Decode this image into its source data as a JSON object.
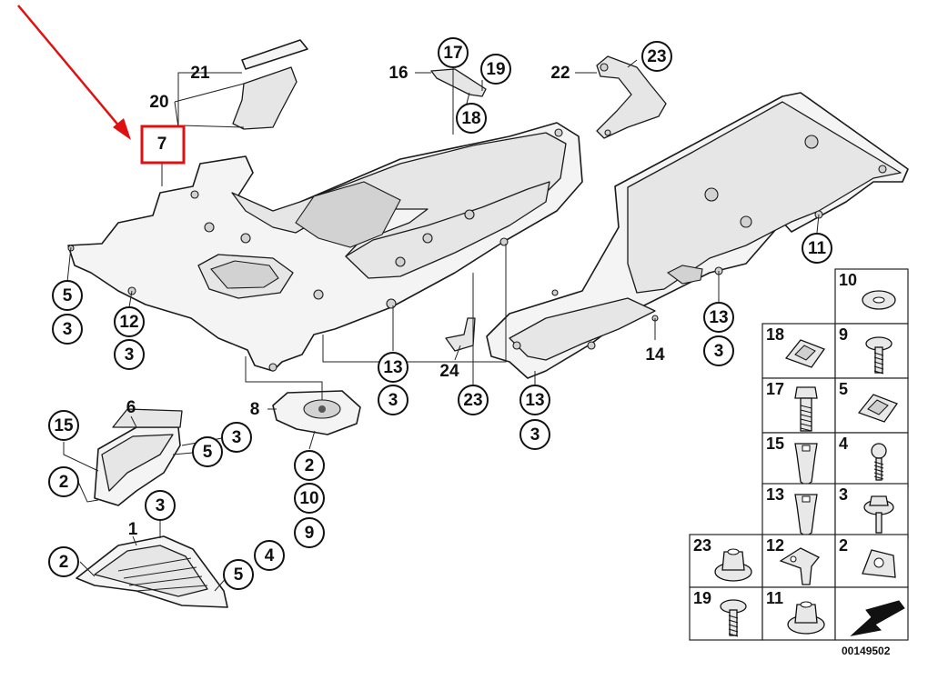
{
  "diagram": {
    "drawing_number": "00149502",
    "highlight_color": "#e01010",
    "highlighted_label": "7",
    "callouts": [
      {
        "id": "21",
        "circled": false
      },
      {
        "id": "20",
        "circled": false
      },
      {
        "id": "7",
        "circled": false,
        "highlighted": true
      },
      {
        "id": "16",
        "circled": false
      },
      {
        "id": "17",
        "circled": true
      },
      {
        "id": "19",
        "circled": true
      },
      {
        "id": "18",
        "circled": true
      },
      {
        "id": "22",
        "circled": false
      },
      {
        "id": "23",
        "circled": true
      },
      {
        "id": "5",
        "circled": true
      },
      {
        "id": "3",
        "circled": true
      },
      {
        "id": "12",
        "circled": true
      },
      {
        "id": "3",
        "circled": true
      },
      {
        "id": "11",
        "circled": true
      },
      {
        "id": "13",
        "circled": true
      },
      {
        "id": "3",
        "circled": true
      },
      {
        "id": "14",
        "circled": false
      },
      {
        "id": "13",
        "circled": true
      },
      {
        "id": "3",
        "circled": true
      },
      {
        "id": "24",
        "circled": false
      },
      {
        "id": "23",
        "circled": true
      },
      {
        "id": "13",
        "circled": true
      },
      {
        "id": "3",
        "circled": true
      },
      {
        "id": "8",
        "circled": false
      },
      {
        "id": "2",
        "circled": true
      },
      {
        "id": "10",
        "circled": true
      },
      {
        "id": "9",
        "circled": true
      },
      {
        "id": "6",
        "circled": false
      },
      {
        "id": "3",
        "circled": true
      },
      {
        "id": "5",
        "circled": true
      },
      {
        "id": "15",
        "circled": true
      },
      {
        "id": "2",
        "circled": true
      },
      {
        "id": "1",
        "circled": false
      },
      {
        "id": "3",
        "circled": true
      },
      {
        "id": "2",
        "circled": true
      },
      {
        "id": "5",
        "circled": true
      },
      {
        "id": "4",
        "circled": true
      }
    ],
    "fastener_table": [
      {
        "id": "10",
        "icon": "washer-icon"
      },
      {
        "id": "18",
        "icon": "spring-nut-icon"
      },
      {
        "id": "9",
        "icon": "screw-with-washer-icon"
      },
      {
        "id": "17",
        "icon": "hex-bolt-icon"
      },
      {
        "id": "5",
        "icon": "spring-nut-icon"
      },
      {
        "id": "15",
        "icon": "expanding-rivet-icon"
      },
      {
        "id": "4",
        "icon": "tapping-screw-icon"
      },
      {
        "id": "13",
        "icon": "expanding-rivet-icon"
      },
      {
        "id": "3",
        "icon": "hex-screw-washer-icon"
      },
      {
        "id": "23",
        "icon": "collar-nut-icon"
      },
      {
        "id": "12",
        "icon": "plastic-clip-icon"
      },
      {
        "id": "2",
        "icon": "clip-nut-icon"
      },
      {
        "id": "19",
        "icon": "collar-screw-icon"
      },
      {
        "id": "11",
        "icon": "flange-nut-icon"
      },
      {
        "id": "",
        "icon": "direction-arrow-icon"
      }
    ]
  }
}
